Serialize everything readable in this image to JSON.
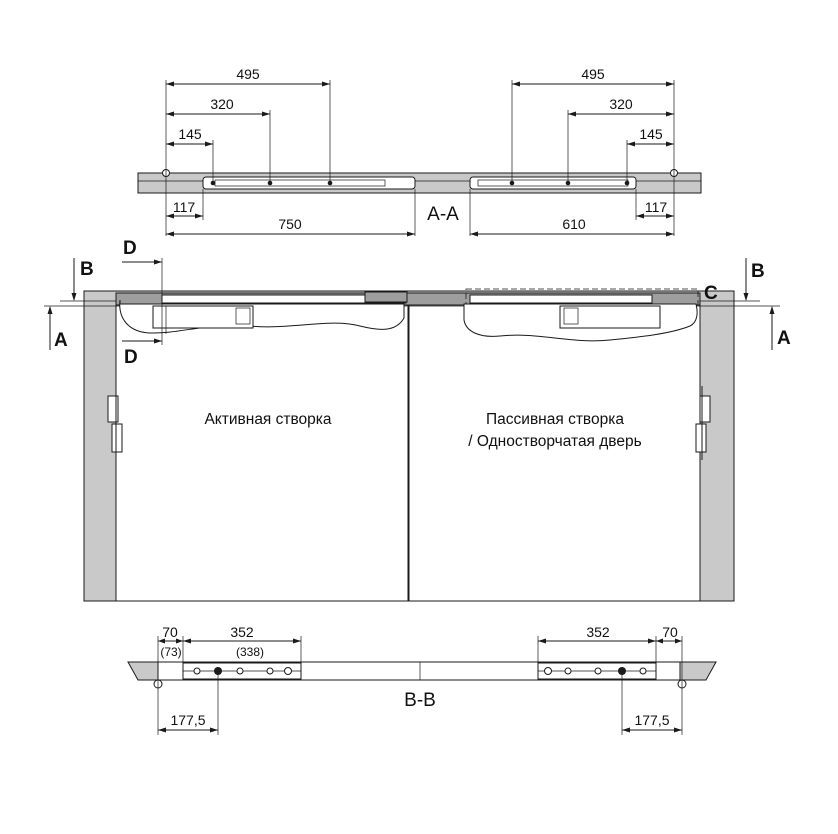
{
  "top_view": {
    "left": {
      "d1": "495",
      "d2": "320",
      "d3": "145",
      "offset": "117",
      "length": "750"
    },
    "right": {
      "d1": "495",
      "d2": "320",
      "d3": "145",
      "offset": "117",
      "length": "610"
    },
    "section_label": "A-A"
  },
  "markers": {
    "b_left": "B",
    "b_right": "B",
    "a_left": "A",
    "a_right": "A",
    "d_top": "D",
    "d_bottom": "D",
    "c": "C"
  },
  "door_labels": {
    "active": "Активная створка",
    "passive_line1": "Пассивная створка",
    "passive_line2": "/ Одностворчатая дверь"
  },
  "bottom_view": {
    "left": {
      "a": "70",
      "a_alt": "(73)",
      "b": "352",
      "b_alt": "(338)",
      "c": "177,5"
    },
    "right": {
      "a": "70",
      "b": "352",
      "c": "177,5"
    },
    "section_label": "B-B"
  }
}
